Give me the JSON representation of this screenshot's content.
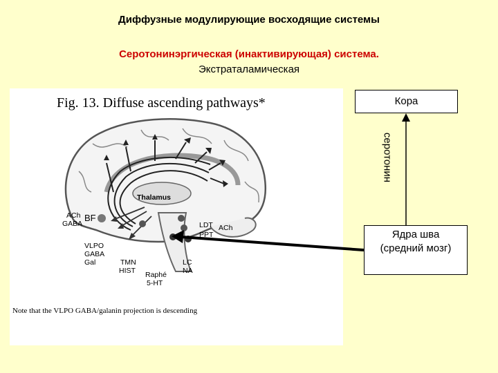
{
  "header": {
    "title": "Диффузные модулирующие восходящие системы",
    "subtitle": "Серотонинэргическая (инактивирующая) система.",
    "subtitle2": "Экстраталамическая"
  },
  "figure": {
    "caption": "Fig. 13. Diffuse ascending pathways*",
    "note": "Note that the VLPO GABA/galanin projection is descending",
    "labels": {
      "thalamus": "Thalamus",
      "ach_gaba_1": "ACh",
      "ach_gaba_2": "GABA",
      "bf": "BF",
      "vlpo_1": "VLPO",
      "vlpo_2": "GABA",
      "vlpo_3": "Gal",
      "tmn_1": "TMN",
      "tmn_2": "HIST",
      "raphe_1": "Raphé",
      "raphe_2": "5-HT",
      "lc_1": "LC",
      "lc_2": "NA",
      "ldt": "LDT",
      "ach": "ACh",
      "ppt": "PPT"
    }
  },
  "diagram": {
    "cortex_label": "Кора",
    "serotonin_label": "серотонин",
    "raphe_line1": "Ядра шва",
    "raphe_line2": "(средний мозг)"
  },
  "colors": {
    "background": "#ffffcc",
    "subtitle": "#cc0000"
  }
}
